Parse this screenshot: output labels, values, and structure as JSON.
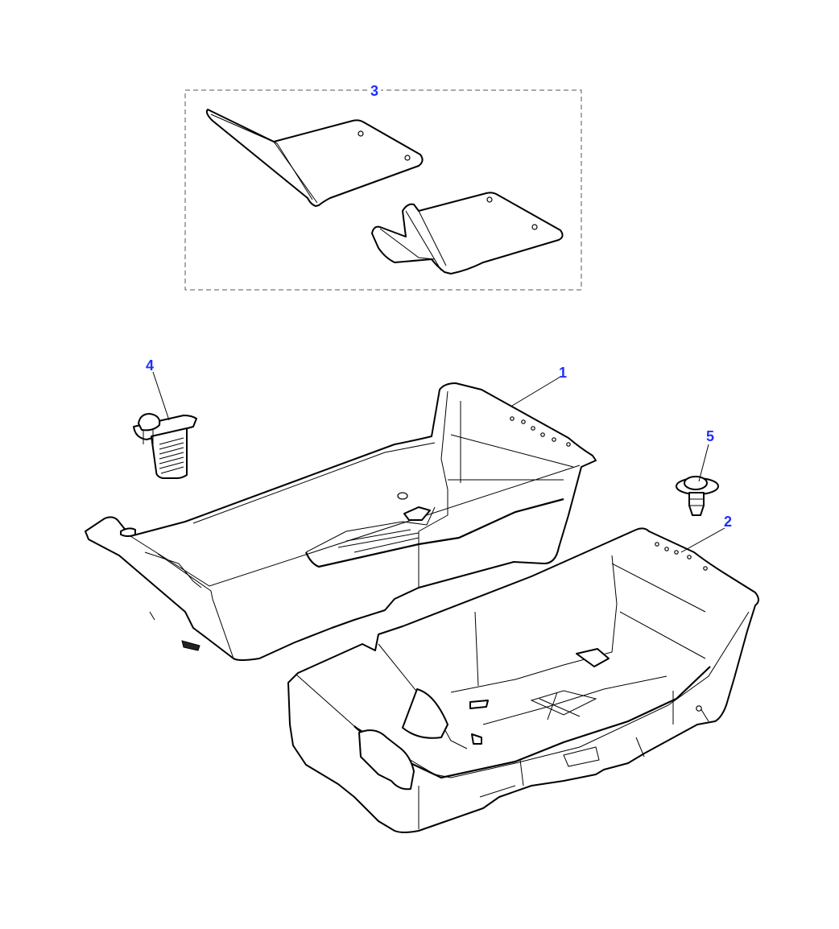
{
  "callouts": {
    "c1": "1",
    "c2": "2",
    "c3": "3",
    "c4": "4",
    "c5": "5"
  },
  "colors": {
    "callout": "#1f2fff",
    "outline": "#000000",
    "kit_box": "#555555"
  }
}
